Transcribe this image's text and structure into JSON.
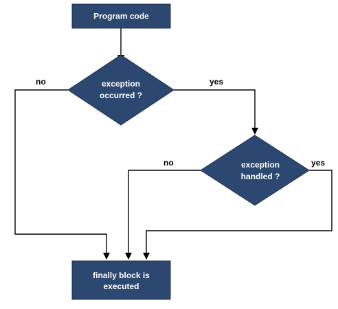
{
  "colors": {
    "node_fill": "#2c4770",
    "node_text": "#ffffff",
    "edge": "#000000",
    "background": "#ffffff"
  },
  "nodes": {
    "program_code": {
      "line1": "Program code"
    },
    "exception_occurred": {
      "line1": "exception",
      "line2": "occurred ?"
    },
    "exception_handled": {
      "line1": "exception",
      "line2": "handled ?"
    },
    "finally_block": {
      "line1": "finally block is",
      "line2": "executed"
    }
  },
  "edges": {
    "occurred_no": "no",
    "occurred_yes": "yes",
    "handled_no": "no",
    "handled_yes": "yes"
  }
}
